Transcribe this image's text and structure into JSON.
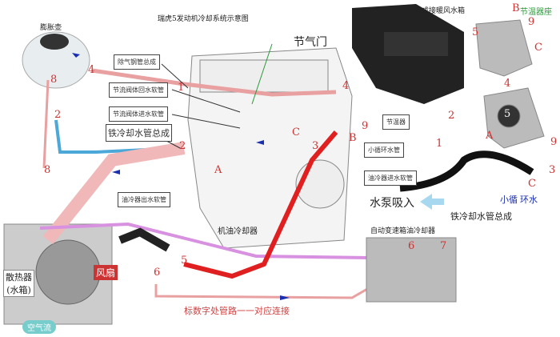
{
  "title": "瑞虎5发动机冷却系统示意图",
  "labels": {
    "expansion_tank": "膨胀壶",
    "throttle": "节气门",
    "degas_pipe": "除气钢管总成",
    "throttle_return": "节流阀体回水软管",
    "throttle_inlet": "节流阀体进水软管",
    "iron_pipe": "铁冷却水管总成",
    "ac_heater": "空调总成接暖风水箱",
    "thermostat_seat": "节温器座",
    "thermostat": "节温器",
    "small_loop": "小循环水管",
    "oil_cooler_in": "油冷器进水软管",
    "oil_cooler_out": "油冷器出水软管",
    "pump_suction": "水泵吸入",
    "iron_pipe_2": "铁冷却水管总成",
    "small_loop_water_1": "小循",
    "small_loop_water_2": "环水",
    "engine_oil_cooler": "机油冷却器",
    "trans_oil_cooler": "自动变速箱油冷却器",
    "radiator": "散热器",
    "radiator_sub": "(水箱)",
    "fan": "风扇",
    "airflow": "空气流",
    "note": "标数字处管路一一对应连接"
  },
  "markers": [
    "8",
    "4",
    "1",
    "4",
    "2",
    "2",
    "A",
    "C",
    "3",
    "B",
    "9",
    "5",
    "4",
    "B",
    "9",
    "5",
    "C",
    "9",
    "2",
    "1",
    "A",
    "3",
    "C",
    "8",
    "5",
    "6",
    "6",
    "7"
  ],
  "colors": {
    "pink": "#e8a0a0",
    "blue_pipe": "#4ca8d8",
    "red_pipe": "#e02020",
    "purple_pipe": "#d890e0",
    "arrow": "#1a2fb0",
    "green": "#2a9a3a"
  }
}
